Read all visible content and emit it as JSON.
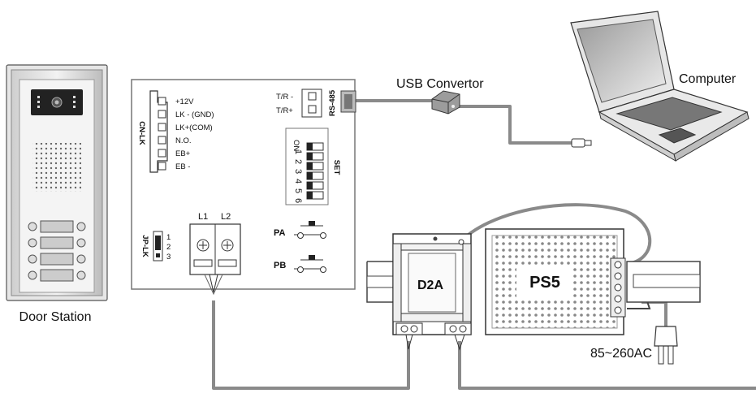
{
  "labels": {
    "door_station": "Door Station",
    "usb_convertor": "USB Convertor",
    "computer": "Computer",
    "psu_input": "85~260AC",
    "d2a": "D2A",
    "ps5": "PS5"
  },
  "board": {
    "cn_lk": "CN-LK",
    "cn_lk_pins": [
      "+12V",
      "LK - (GND)",
      "LK+(COM)",
      "N.O.",
      "EB+",
      "EB -"
    ],
    "rs485": "RS-485",
    "rs485_pins": [
      "T/R -",
      "T/R+"
    ],
    "dip_on": "ON",
    "dip_numbers": [
      "1",
      "2",
      "3",
      "4",
      "5",
      "6"
    ],
    "dip_set": "SET",
    "jp_lk": "JP-LK",
    "jp_numbers": [
      "1",
      "2",
      "3"
    ],
    "terminal_labels": [
      "L1",
      "L2"
    ],
    "button_pa": "PA",
    "button_pb": "PB"
  },
  "colors": {
    "cable": "#8a8a8a",
    "outline": "#333333",
    "panel": "#dcdcdc"
  }
}
